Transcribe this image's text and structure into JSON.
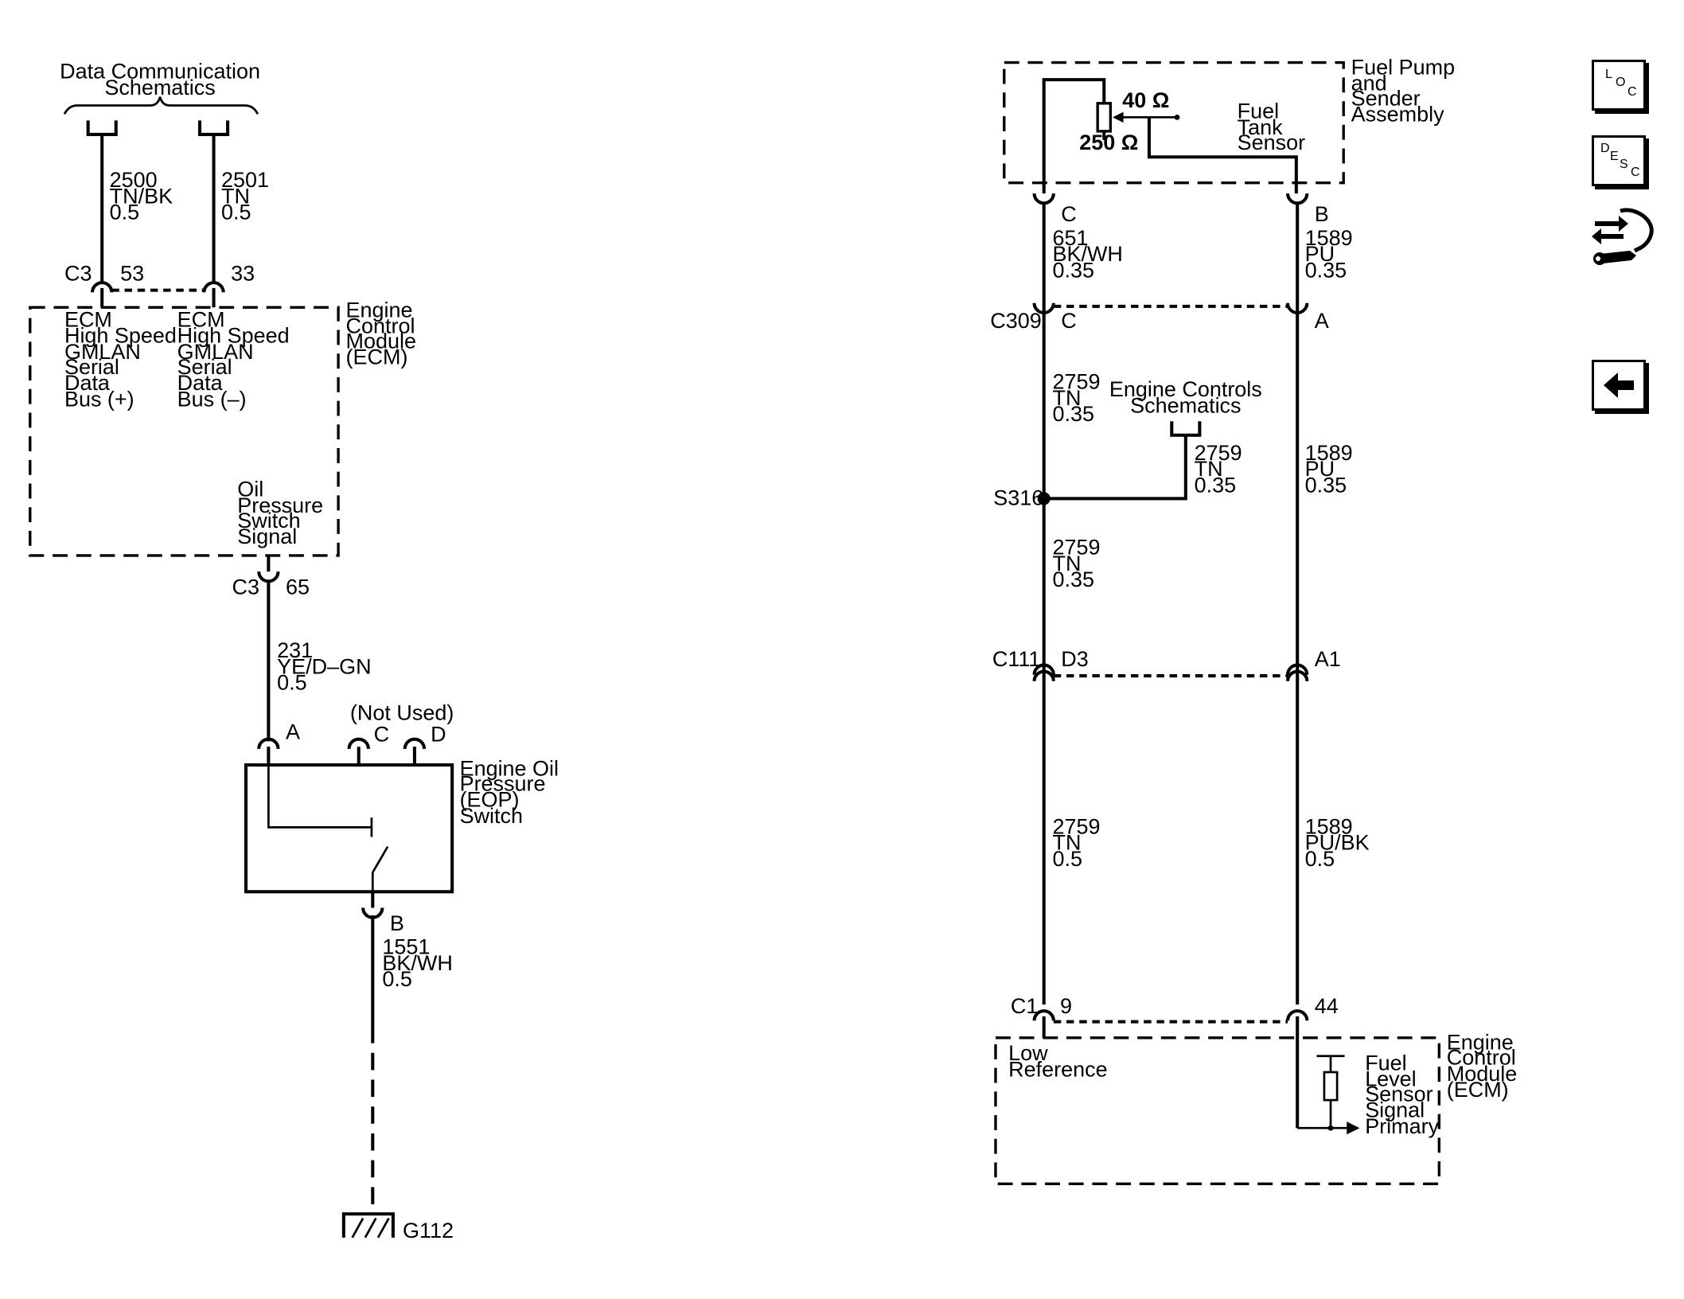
{
  "left": {
    "data_comm_line1": "Data Communication",
    "data_comm_line2": "Schematics",
    "w2500": [
      "2500",
      "TN/BK",
      "0.5"
    ],
    "w2501": [
      "2501",
      "TN",
      "0.5"
    ],
    "c3_top": "C3",
    "pin53": "53",
    "pin33": "33",
    "ecm_name": [
      "Engine",
      "Control",
      "Module",
      "(ECM)"
    ],
    "bus_plus": [
      "ECM",
      "High Speed",
      "GMLAN",
      "Serial",
      "Data",
      "Bus (+)"
    ],
    "bus_minus": [
      "ECM",
      "High Speed",
      "GMLAN",
      "Serial",
      "Data",
      "Bus (–)"
    ],
    "oil_signal": [
      "Oil",
      "Pressure",
      "Switch",
      "Signal"
    ],
    "c3_bottom": "C3",
    "pin65": "65",
    "w231": [
      "231",
      "YE/D–GN",
      "0.5"
    ],
    "not_used": "(Not Used)",
    "pinA": "A",
    "pinC": "C",
    "pinD": "D",
    "eop_name": [
      "Engine Oil",
      "Pressure",
      "(EOP)",
      "Switch"
    ],
    "pinB": "B",
    "w1551": [
      "1551",
      "BK/WH",
      "0.5"
    ],
    "ground": "G112"
  },
  "right": {
    "fuel_pump": [
      "Fuel Pump",
      "and",
      "Sender",
      "Assembly"
    ],
    "r40": "40 Ω",
    "r250": "250 Ω",
    "tank_sensor": [
      "Fuel",
      "Tank",
      "Sensor"
    ],
    "pinC_top": "C",
    "pinB_top": "B",
    "w651": [
      "651",
      "BK/WH",
      "0.35"
    ],
    "w1589_top": [
      "1589",
      "PU",
      "0.35"
    ],
    "c309": "C309",
    "c309_C": "C",
    "c309_A": "A",
    "w2759_a": [
      "2759",
      "TN",
      "0.35"
    ],
    "engine_controls": [
      "Engine Controls",
      "Schematics"
    ],
    "w2759_branch": [
      "2759",
      "TN",
      "0.35"
    ],
    "w1589_mid": [
      "1589",
      "PU",
      "0.35"
    ],
    "s316": "S316",
    "w2759_b": [
      "2759",
      "TN",
      "0.35"
    ],
    "c111": "C111",
    "c111_D3": "D3",
    "c111_A1": "A1",
    "w2759_c": [
      "2759",
      "TN",
      "0.5"
    ],
    "w1589_bot": [
      "1589",
      "PU/BK",
      "0.5"
    ],
    "c1": "C1",
    "pin9": "9",
    "pin44": "44",
    "low_ref": [
      "Low",
      "Reference"
    ],
    "fuel_level": [
      "Fuel",
      "Level",
      "Sensor",
      "Signal",
      "Primary"
    ],
    "ecm_name": [
      "Engine",
      "Control",
      "Module",
      "(ECM)"
    ]
  },
  "nav": {
    "loc": [
      "L",
      "O",
      "C"
    ],
    "desc": [
      "D",
      "E",
      "S",
      "C"
    ],
    "icons": [
      "loc-icon",
      "desc-icon",
      "connector-info-icon",
      "back-arrow-icon"
    ]
  }
}
